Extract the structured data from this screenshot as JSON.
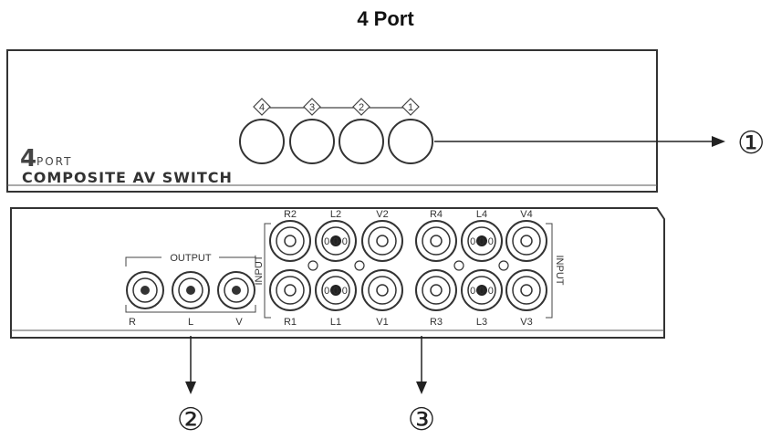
{
  "title": "4 Port",
  "front_panel": {
    "logo_number": "4",
    "logo_word": "PORT",
    "brand_text": "COMPOSITE AV SWITCH",
    "button_numbers": [
      "4",
      "3",
      "2",
      "1"
    ]
  },
  "back_panel": {
    "output_group_label": "OUTPUT",
    "output_jacks": [
      "R",
      "L",
      "V"
    ],
    "input_side_label": "INPUT",
    "input_top_jacks": [
      "R2",
      "L2",
      "V2",
      "R4",
      "L4",
      "V4"
    ],
    "input_bottom_jacks": [
      "R1",
      "L1",
      "V1",
      "R3",
      "L3",
      "V3"
    ],
    "audio_center_text": "0-0-0"
  },
  "callouts": [
    "①",
    "②",
    "③"
  ]
}
